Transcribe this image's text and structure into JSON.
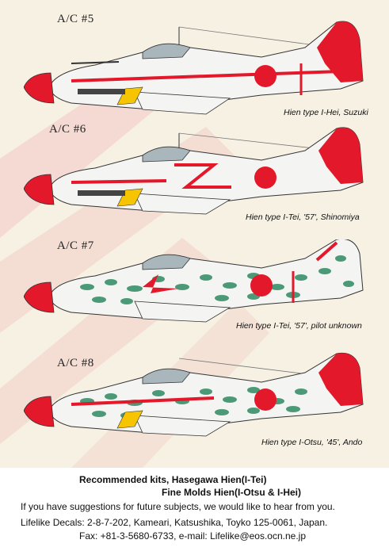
{
  "aircraft": [
    {
      "label": "A/C #5",
      "caption": "Hien type I-Hei, Suzuki",
      "scheme": "silver"
    },
    {
      "label": "A/C #6",
      "caption": "Hien type I-Tei, '57', Shinomiya",
      "scheme": "silver"
    },
    {
      "label": "A/C #7",
      "caption": "Hien type I-Tei, '57', pilot unknown",
      "scheme": "mottled"
    },
    {
      "label": "A/C #8",
      "caption": "Hien type I-Otsu, '45', Ando",
      "scheme": "mottled"
    }
  ],
  "colors": {
    "background": "#f6f1e2",
    "red": "#e3182a",
    "silver": "#f4f4f2",
    "green_mottle": "#2f8a63"
  },
  "footer": {
    "kits_line1": "Recommended kits, Hasegawa Hien(I-Tei)",
    "kits_line2": "Fine Molds Hien(I-Otsu & I-Hei)",
    "suggestions": "If you have suggestions for future subjects, we would like to hear from you.",
    "address": "Lifelike Decals:  2-8-7-202, Kameari, Katsushika, Toyko 125-0061, Japan.",
    "contact": "Fax: +81-3-5680-6733, e-mail: Lifelike@eos.ocn.ne.jp"
  }
}
